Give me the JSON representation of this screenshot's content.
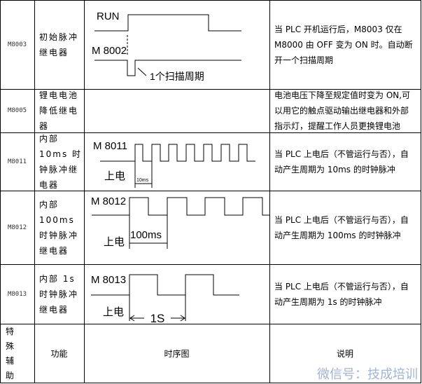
{
  "rows": [
    {
      "code": "M8003",
      "function": "初始脉冲继电器",
      "diagram": {
        "labels": [
          "RUN",
          "M 8002"
        ],
        "annotation": "1个扫描周期"
      },
      "description": "当 PLC 开机运行后，M8003 仅在 M8000 由 OFF 变为 ON 时。自动断开一个扫描周期"
    },
    {
      "code": "M8005",
      "function": "锂电电池降低继电器",
      "description": "电池电压下降至规定值时变为 ON,可以用它的触点驱动输出继电器和外部指示灯，提醒工作人员更换锂电池"
    },
    {
      "code": "M8011",
      "function": "内部 10ms 时钟脉冲继电器",
      "diagram": {
        "label": "M 8011",
        "power_on": "上电",
        "period": "10ms"
      },
      "description": "当 PLC 上电后（不管运行与否），自动产生周期为 10ms 的时钟脉冲"
    },
    {
      "code": "M8012",
      "function": "内部 100ms 时钟脉冲继电器",
      "diagram": {
        "label": "M 8012",
        "power_on": "上电",
        "period": "100ms"
      },
      "description": "当 PLC 上电后（不管运行与否），自动产生周期为 100ms 的时钟脉冲"
    },
    {
      "code": "M8013",
      "function": "内部 1s 时钟脉冲继电器",
      "diagram": {
        "label": "M 8013",
        "power_on": "上电",
        "period": "1S"
      },
      "description": "当 PLC 上电后（不管运行与否），自动产生周期为 1s 的时钟脉冲"
    }
  ],
  "header": {
    "col1": "特 殊 辅 助 继 电 器",
    "col2": "功能",
    "col3": "时序图",
    "col4": "说明"
  },
  "watermark": "微信号：技成培训"
}
